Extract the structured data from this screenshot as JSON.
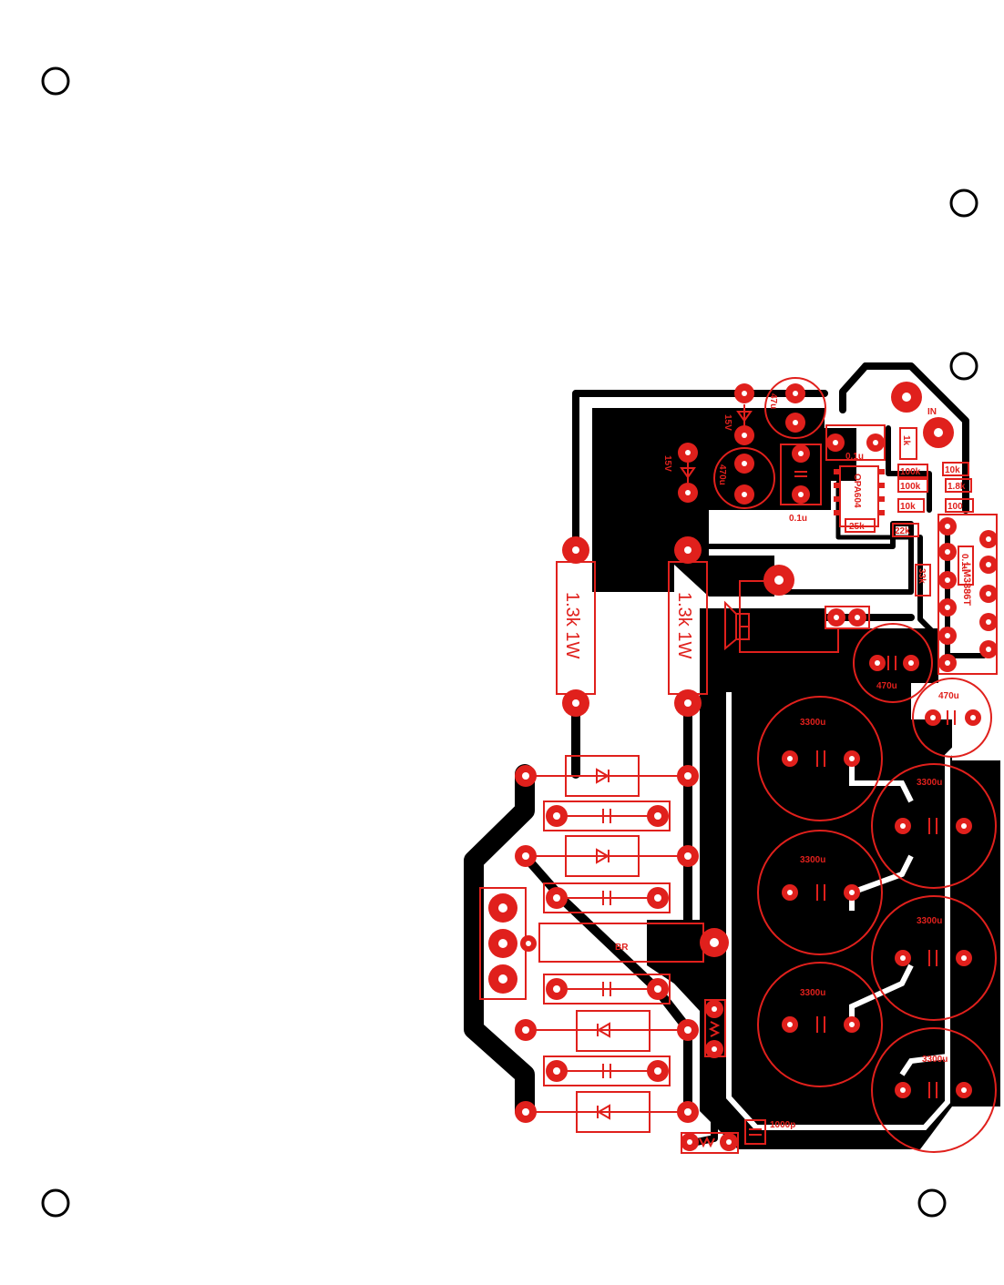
{
  "labels": {
    "power_resistor_left": "1.3k 1W",
    "power_resistor_right": "1.3k 1W",
    "input": "IN",
    "ic": "LM3886T",
    "opamp": "OPA604",
    "zener_top": "15V",
    "zener_left": "15V",
    "cap_470u_top": "470u",
    "cap_47u": "47u",
    "cap_01u_a": "0.1u",
    "cap_01u_b": "0.1u",
    "cap_01u_c": "0.1u",
    "res_1k": "1k",
    "res_100k_a": "100k",
    "res_100k_b": "100k",
    "res_10k_a": "10k",
    "res_10k_b": "10k",
    "res_1k8": "1.8k",
    "res_100r": "100",
    "res_22k": "22k",
    "res_25k": "25k",
    "res_33k": "33k",
    "cap_470u_a": "470u",
    "cap_470u_b": "470u",
    "cap_3300u_1": "3300u",
    "cap_3300u_2": "3300u",
    "cap_3300u_3": "3300u",
    "cap_3300u_4": "3300u",
    "cap_3300u_5": "3300u",
    "cap_3300u_6": "3300u",
    "bridge": "BR",
    "cap_1000p": "1000p"
  },
  "colors": {
    "copper": "#000000",
    "silkscreen": "#e0201c",
    "board": "#ffffff"
  }
}
